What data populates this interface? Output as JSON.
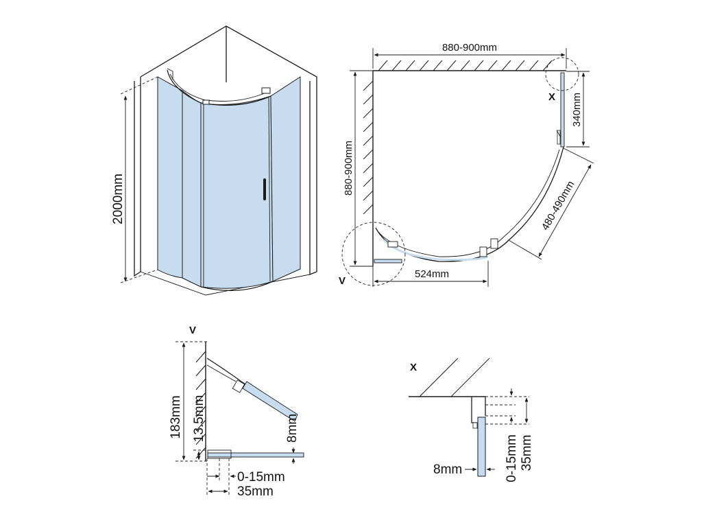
{
  "labels": {
    "height": "2000mm",
    "top_width": "880-900mm",
    "left_depth": "880-900mm",
    "right_depth": "340mm",
    "diagonal": "480-490mm",
    "bottom_span": "524mm",
    "marker_x": "X",
    "marker_v": "V"
  },
  "detail_v": {
    "title": "V",
    "dim_183": "183mm",
    "dim_13_5": "13.5mm",
    "dim_8": "8mm",
    "dim_0_15": "0-15mm",
    "dim_35": "35mm"
  },
  "detail_x": {
    "title": "X",
    "dim_8": "8mm",
    "dim_0_15": "0-15mm",
    "dim_35": "35mm"
  },
  "colors": {
    "glass": "#c7dcee",
    "line": "#1a1a1a"
  }
}
